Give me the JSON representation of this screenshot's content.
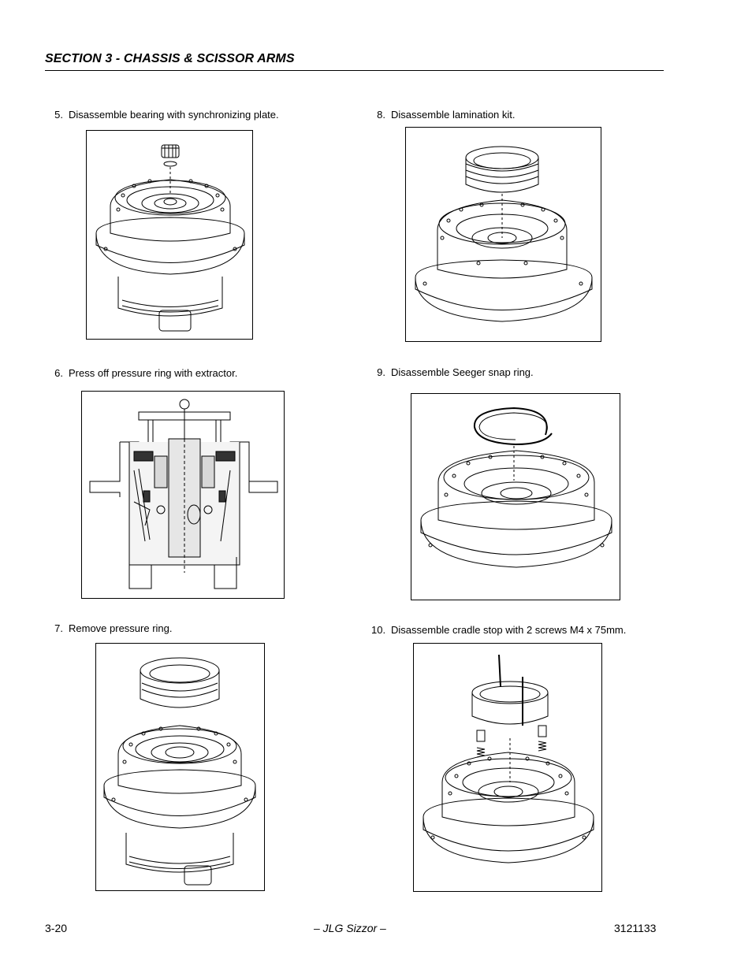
{
  "header": {
    "section": "SECTION 3 - CHASSIS & SCISSOR ARMS"
  },
  "steps": [
    {
      "num": "5.",
      "text": "Disassemble bearing with synchronizing plate."
    },
    {
      "num": "6.",
      "text": "Press off pressure ring with extractor."
    },
    {
      "num": "7.",
      "text": "Remove pressure ring."
    },
    {
      "num": "8.",
      "text": "Disassemble lamination kit."
    },
    {
      "num": "9.",
      "text": "Disassemble Seeger snap ring."
    },
    {
      "num": "10.",
      "text": "Disassemble cradle stop with 2 screws M4 x 75mm."
    }
  ],
  "footer": {
    "page": "3-20",
    "title": "– JLG Sizzor –",
    "doc_number": "3121133"
  }
}
